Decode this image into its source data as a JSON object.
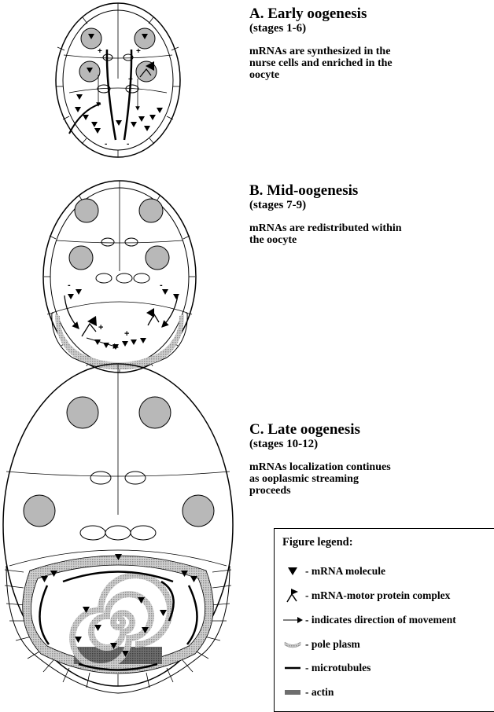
{
  "stages": [
    {
      "title": "A. Early oogenesis",
      "subtitle": "(stages 1-6)",
      "description": "mRNAs are synthesized in the nurse cells and enriched in the oocyte"
    },
    {
      "title": "B. Mid-oogenesis",
      "subtitle": "(stages 7-9)",
      "description": "mRNAs are redistributed within the oocyte"
    },
    {
      "title": "C. Late oogenesis",
      "subtitle": "(stages 10-12)",
      "description": "mRNAs localization continues as ooplasmic streaming proceeds"
    }
  ],
  "legend": {
    "title": "Figure legend:",
    "items": [
      {
        "symbol": "mrna-molecule-icon",
        "label": "- mRNA molecule"
      },
      {
        "symbol": "motor-complex-icon",
        "label": "- mRNA-motor protein complex"
      },
      {
        "symbol": "direction-arrow-icon",
        "label": "- indicates direction of movement"
      },
      {
        "symbol": "pole-plasm-icon",
        "label": "- pole plasm"
      },
      {
        "symbol": "microtubule-icon",
        "label": "- microtubules"
      },
      {
        "symbol": "actin-icon",
        "label": "- actin"
      }
    ]
  },
  "polarity_marks": {
    "plus": "+",
    "minus": "-"
  },
  "colors": {
    "nucleus": "#b8b8b8",
    "pole_plasm": "#a9a9a9",
    "actin": "#6e6e6e",
    "line": "#000000"
  }
}
